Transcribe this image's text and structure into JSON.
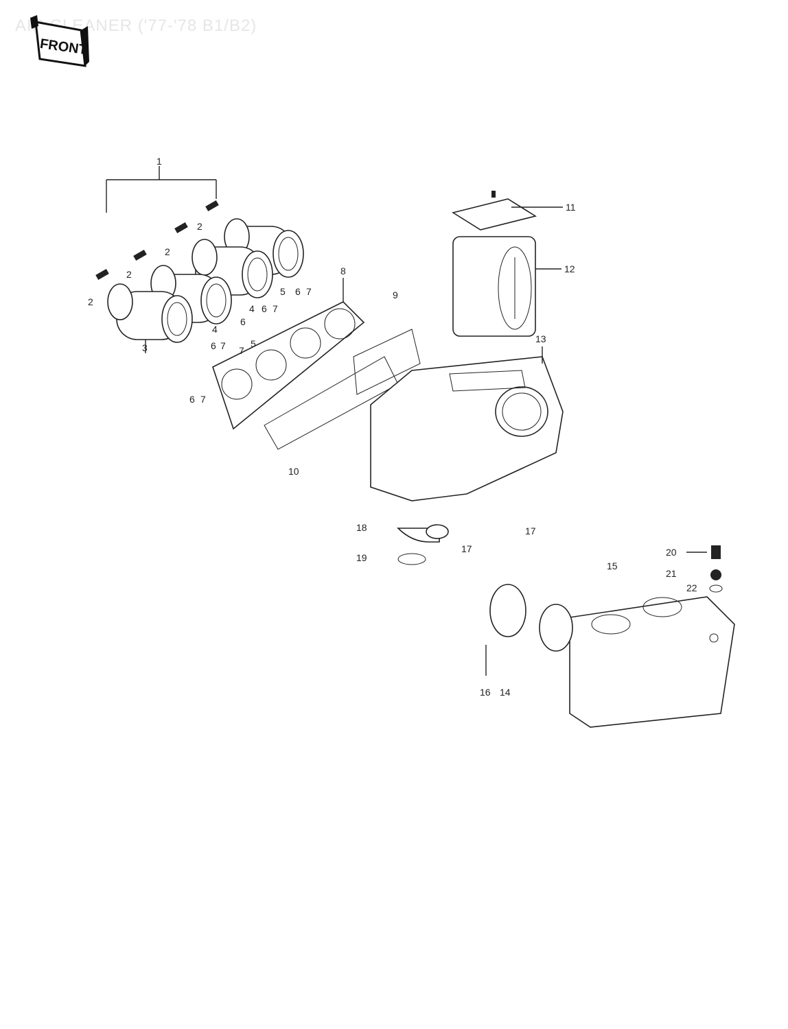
{
  "title": "AIR CLEANER ('77-'78 B1/B2)",
  "badge_text": "FRONT",
  "callouts": {
    "c1": "1",
    "c2a": "2",
    "c2b": "2",
    "c2c": "2",
    "c2d": "2",
    "c3": "3",
    "c4a": "4",
    "c4b": "4",
    "c5a": "5",
    "c5b": "5",
    "c6a": "6",
    "c6b": "6",
    "c6c": "6",
    "c6d": "6",
    "c6e": "6",
    "c7a": "7",
    "c7b": "7",
    "c7c": "7",
    "c7d": "7",
    "c7e": "7",
    "c8": "8",
    "c9": "9",
    "c10": "10",
    "c11": "11",
    "c12": "12",
    "c13": "13",
    "c14": "14",
    "c15": "15",
    "c16": "16",
    "c17a": "17",
    "c17b": "17",
    "c18": "18",
    "c19": "19",
    "c20": "20",
    "c21": "21",
    "c22": "22"
  }
}
